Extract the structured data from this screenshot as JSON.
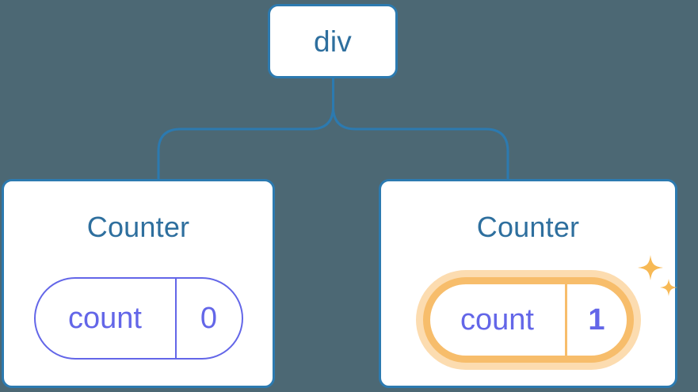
{
  "diagram": {
    "title": "React component tree with highlighted state update",
    "background_color": "#4c6874",
    "node_border_color": "#2c7ab0",
    "node_text_color": "#2e6f9e",
    "state_color": "#6366e8",
    "highlight_color": "#f7bd6b",
    "highlight_glow_color": "#fcdcb0",
    "connector_color": "#2c7ab0"
  },
  "root": {
    "label": "div"
  },
  "children": [
    {
      "title": "Counter",
      "state": {
        "key": "count",
        "value": "0"
      },
      "highlighted": false,
      "sparkles": false
    },
    {
      "title": "Counter",
      "state": {
        "key": "count",
        "value": "1"
      },
      "highlighted": true,
      "sparkles": true
    }
  ]
}
